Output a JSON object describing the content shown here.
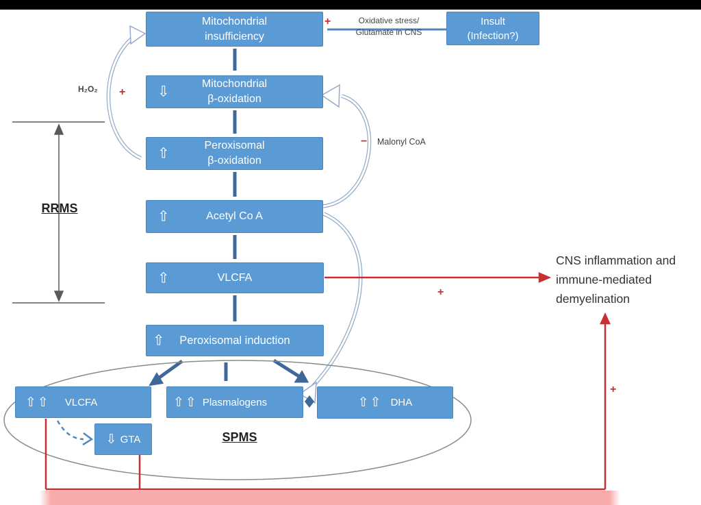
{
  "diagram": {
    "boxes": {
      "mito_insufficiency": {
        "line1": "Mitochondrial",
        "line2": "insufficiency"
      },
      "insult": {
        "line1": "Insult",
        "line2": "(Infection?)"
      },
      "mito_beta_ox": {
        "arrow": "⇩",
        "line1": "Mitochondrial",
        "line2": "β-oxidation"
      },
      "perox_beta_ox": {
        "arrow": "⇧",
        "line1": "Peroxisomal",
        "line2": "β-oxidation"
      },
      "acetyl_coa": {
        "arrow": "⇧",
        "label": "Acetyl Co A"
      },
      "vlcfa": {
        "arrow": "⇧",
        "label": "VLCFA"
      },
      "perox_induction": {
        "arrow": "⇧",
        "label": "Peroxisomal induction"
      },
      "spms_vlcfa": {
        "arrow": "⇧⇧",
        "label": "VLCFA"
      },
      "plasmalogens": {
        "arrow": "⇧⇧",
        "label": "Plasmalogens"
      },
      "dha": {
        "arrow": "⇧⇧",
        "label": "DHA"
      },
      "gta": {
        "arrow": "⇩",
        "label": "GTA"
      }
    },
    "labels": {
      "rrms": "RRMS",
      "spms": "SPMS",
      "h2o2": "H₂O₂",
      "malonyl_coa": "Malonyl CoA",
      "oxidative_line1": "Oxidative stress/",
      "oxidative_line2": "Glutamate in CNS",
      "cns_line1": "CNS inflammation and",
      "cns_line2": "immune-mediated",
      "cns_line3": "demyelination"
    },
    "signs": {
      "plus": "+",
      "minus": "−"
    },
    "colors": {
      "box_blue": "#5b9bd5",
      "connector_blue": "#3d6899",
      "curve_outline_blue": "#93abc9",
      "red": "#c53030",
      "pink_band": "#f9abab"
    }
  }
}
